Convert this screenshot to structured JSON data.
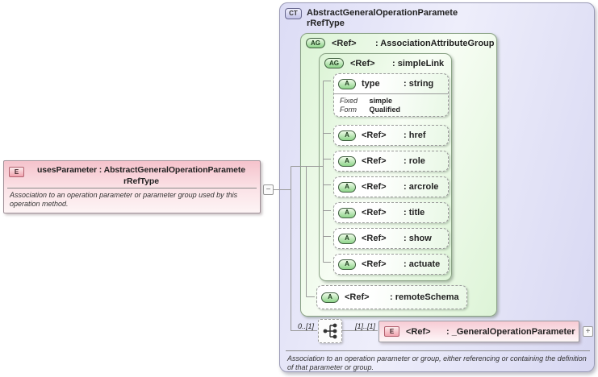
{
  "left_element": {
    "badge": "E",
    "title_line1": "usesParameter : AbstractGeneralOperationParamete",
    "title_line2": "rRefType",
    "description": "Association to an operation parameter or parameter group used by this operation method."
  },
  "handle": {
    "collapse_glyph": "−"
  },
  "complex_type": {
    "badge": "CT",
    "title_line1": "AbstractGeneralOperationParamete",
    "title_line2": "rRefType",
    "association_attribute_group": {
      "badge": "AG",
      "name": "<Ref>",
      "type": ": AssociationAttributeGroup",
      "simple_link": {
        "badge": "AG",
        "name": "<Ref>",
        "type": ": simpleLink",
        "attributes": [
          {
            "badge": "A",
            "name": "type",
            "type": ": string",
            "facets": [
              {
                "label": "Fixed",
                "value": "simple"
              },
              {
                "label": "Form",
                "value": "Qualified"
              }
            ]
          },
          {
            "badge": "A",
            "name": "<Ref>",
            "type": ": href"
          },
          {
            "badge": "A",
            "name": "<Ref>",
            "type": ": role"
          },
          {
            "badge": "A",
            "name": "<Ref>",
            "type": ": arcrole"
          },
          {
            "badge": "A",
            "name": "<Ref>",
            "type": ": title"
          },
          {
            "badge": "A",
            "name": "<Ref>",
            "type": ": show"
          },
          {
            "badge": "A",
            "name": "<Ref>",
            "type": ": actuate"
          }
        ]
      },
      "remote_schema": {
        "badge": "A",
        "name": "<Ref>",
        "type": ": remoteSchema"
      }
    },
    "sequence": {
      "min_occurs": "0..[1]",
      "range": "[1]..[1]"
    },
    "child_element": {
      "badge": "E",
      "name": "<Ref>",
      "type": ": _GeneralOperationParameter",
      "expand_glyph": "+"
    },
    "description": "Association to an operation parameter or group, either referencing or containing the definition of that parameter or group."
  },
  "colors": {
    "complex_type_fill": "#dcdcf5",
    "attribute_group_fill": "#e3f6de",
    "element_fill": "#f5c3cc",
    "badge_green": "#8ed48a",
    "badge_pink": "#f1a3af",
    "badge_lavender": "#c2c2e8",
    "connector_line": "#999999"
  }
}
